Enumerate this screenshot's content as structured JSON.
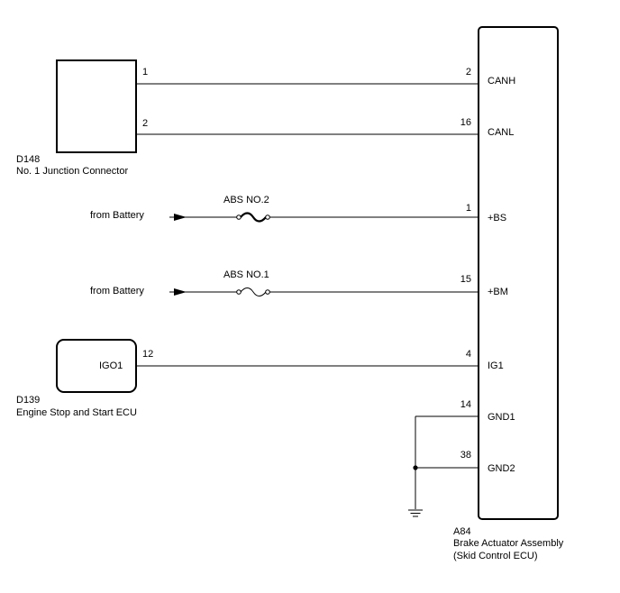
{
  "connector_d148": {
    "code": "D148",
    "name": "No. 1 Junction Connector",
    "pin_canh": "1",
    "pin_canl": "2"
  },
  "connector_d139": {
    "code": "D139",
    "name": "Engine Stop and Start ECU",
    "terminal": "IGO1",
    "pin": "12"
  },
  "battery_source_1": {
    "label": "from Battery",
    "fuse": "ABS NO.2"
  },
  "battery_source_2": {
    "label": "from Battery",
    "fuse": "ABS NO.1"
  },
  "ecu_a84": {
    "code": "A84",
    "name": "Brake Actuator Assembly",
    "subname": "(Skid Control ECU)",
    "terminals": [
      {
        "pin": "2",
        "name": "CANH"
      },
      {
        "pin": "16",
        "name": "CANL"
      },
      {
        "pin": "1",
        "name": "+BS"
      },
      {
        "pin": "15",
        "name": "+BM"
      },
      {
        "pin": "4",
        "name": "IG1"
      },
      {
        "pin": "14",
        "name": "GND1"
      },
      {
        "pin": "38",
        "name": "GND2"
      }
    ]
  }
}
